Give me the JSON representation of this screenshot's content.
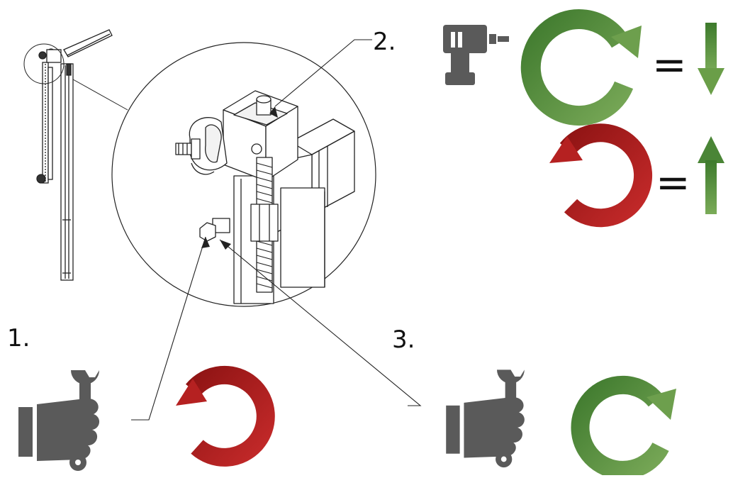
{
  "steps": [
    {
      "label": "1.",
      "tool": "hand-wrench-icon",
      "rotation": "counterclockwise",
      "color": "#b31b1b"
    },
    {
      "label": "2.",
      "tool": "cordless-drill-icon",
      "rotation": "clockwise",
      "color": "#4f8a3a"
    },
    {
      "label": "3.",
      "tool": "hand-wrench-icon",
      "rotation": "clockwise",
      "color": "#4f8a3a"
    }
  ],
  "legend": [
    {
      "rotation": "clockwise",
      "equals": "=",
      "result": "down",
      "color": "#4f8a3a"
    },
    {
      "rotation": "counterclockwise",
      "equals": "=",
      "result": "up",
      "color": "#b31b1b"
    }
  ],
  "colors": {
    "green": "#4f8a3a",
    "red": "#b31b1b",
    "icon_gray": "#5a5a5a",
    "line": "#222222"
  }
}
